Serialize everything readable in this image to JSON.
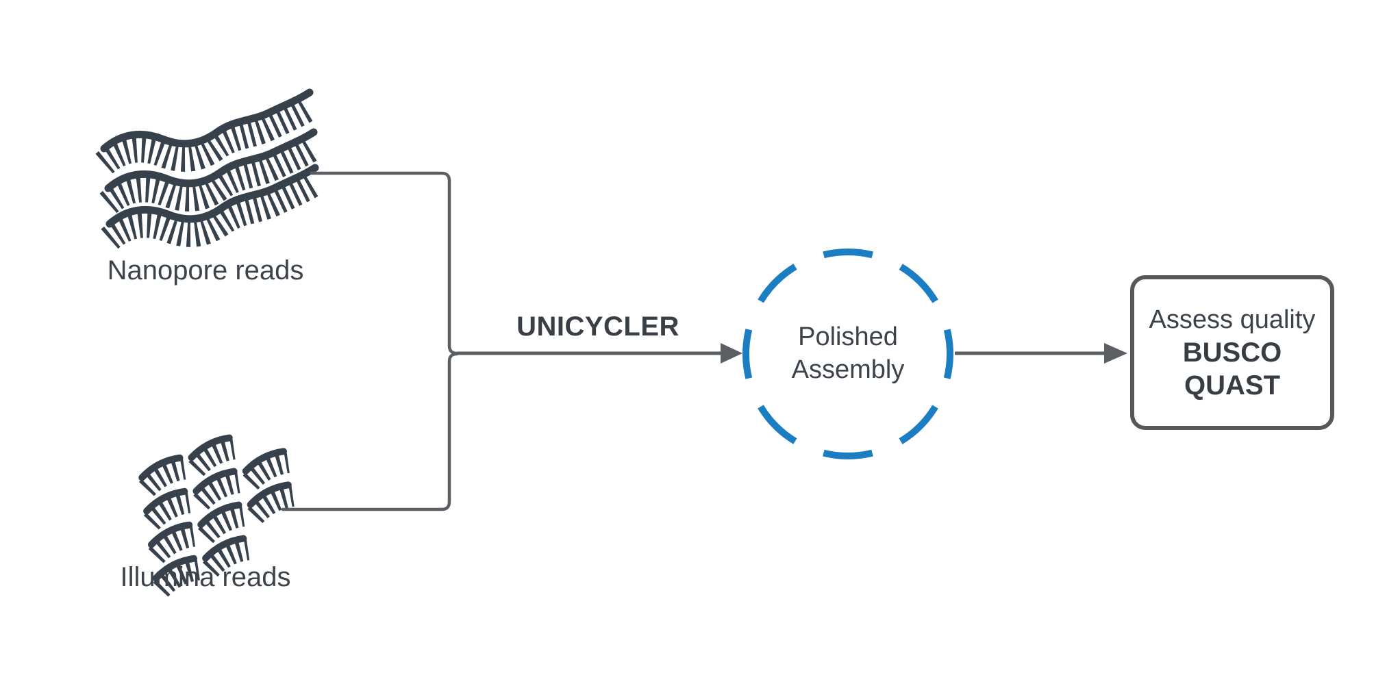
{
  "diagram": {
    "background": "#ffffff",
    "colors": {
      "strand_dark": "#37414c",
      "connector_gray": "#5b5f63",
      "accent_blue": "#1b7ec2",
      "text_dark": "#3d434b",
      "box_border": "#56595c"
    },
    "nanopore": {
      "label": "Nanopore reads",
      "icon": "nanopore-long-reads-icon"
    },
    "illumina": {
      "label": "Illumina reads",
      "icon": "illumina-short-reads-icon"
    },
    "unicycler": {
      "label": "UNICYCLER"
    },
    "assembly": {
      "line1": "Polished",
      "line2": "Assembly",
      "shape": "dashed-circle"
    },
    "quality": {
      "title": "Assess quality",
      "tools": [
        "BUSCO",
        "QUAST"
      ],
      "shape": "rounded-rectangle"
    }
  }
}
